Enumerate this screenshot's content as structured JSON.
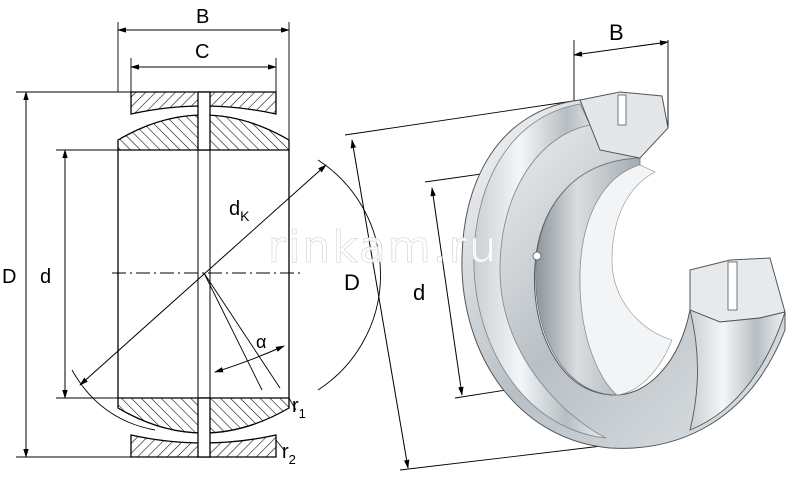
{
  "section_view": {
    "labels": {
      "B": "B",
      "C": "C",
      "D": "D",
      "d": "d",
      "dK_main": "d",
      "dK_sub": "K",
      "alpha": "α",
      "r1_main": "r",
      "r1_sub": "1",
      "r2_main": "r",
      "r2_sub": "2"
    }
  },
  "perspective_view": {
    "labels": {
      "B": "B",
      "D": "D",
      "d": "d"
    }
  },
  "watermark": "rinkam.ru",
  "colors": {
    "line": "#000000",
    "hatch": "#000000",
    "steel_light": "#eef1f3",
    "steel_dark": "#8f979d"
  }
}
